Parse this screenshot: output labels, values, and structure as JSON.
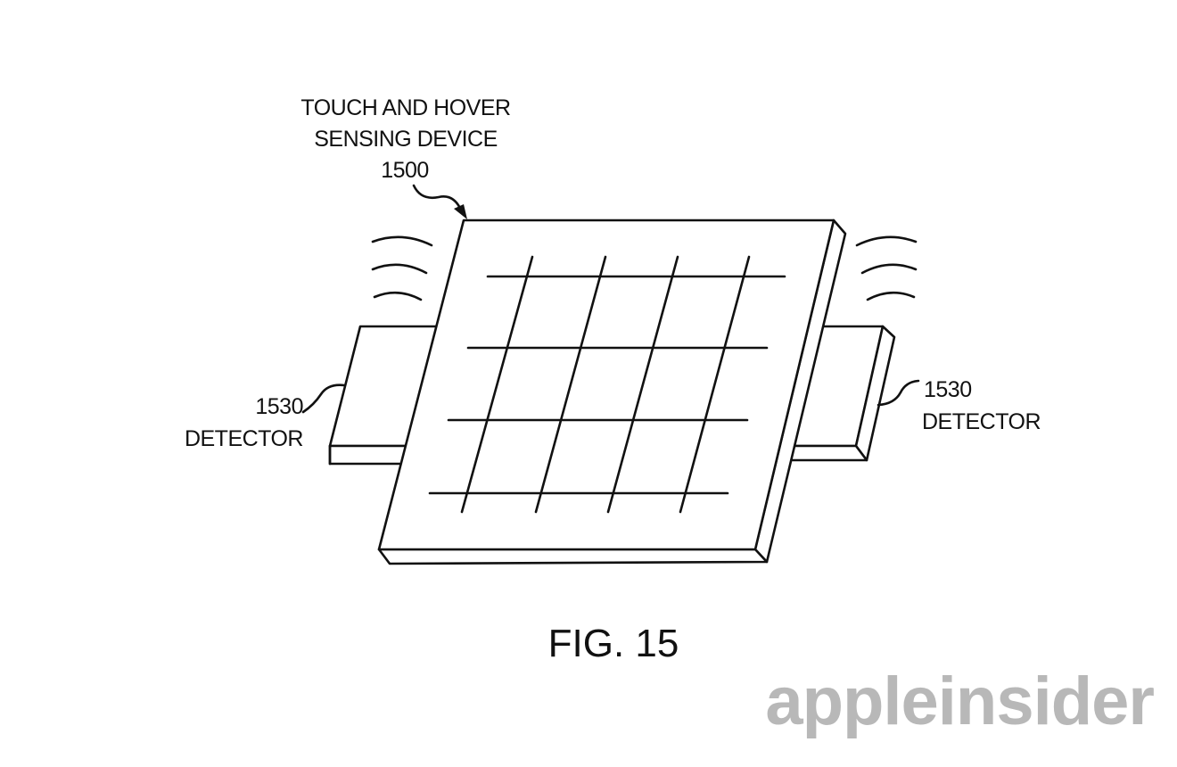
{
  "figure": {
    "device_label_line1": "TOUCH AND HOVER",
    "device_label_line2": "SENSING DEVICE",
    "device_ref": "1500",
    "left_detector_ref": "1530",
    "left_detector_label": "DETECTOR",
    "right_detector_ref": "1530",
    "right_detector_label": "DETECTOR",
    "caption": "FIG. 15"
  },
  "watermark": {
    "text": "appleinsider",
    "color": "#b8b8b8"
  },
  "colors": {
    "line": "#111111",
    "background": "#ffffff"
  }
}
